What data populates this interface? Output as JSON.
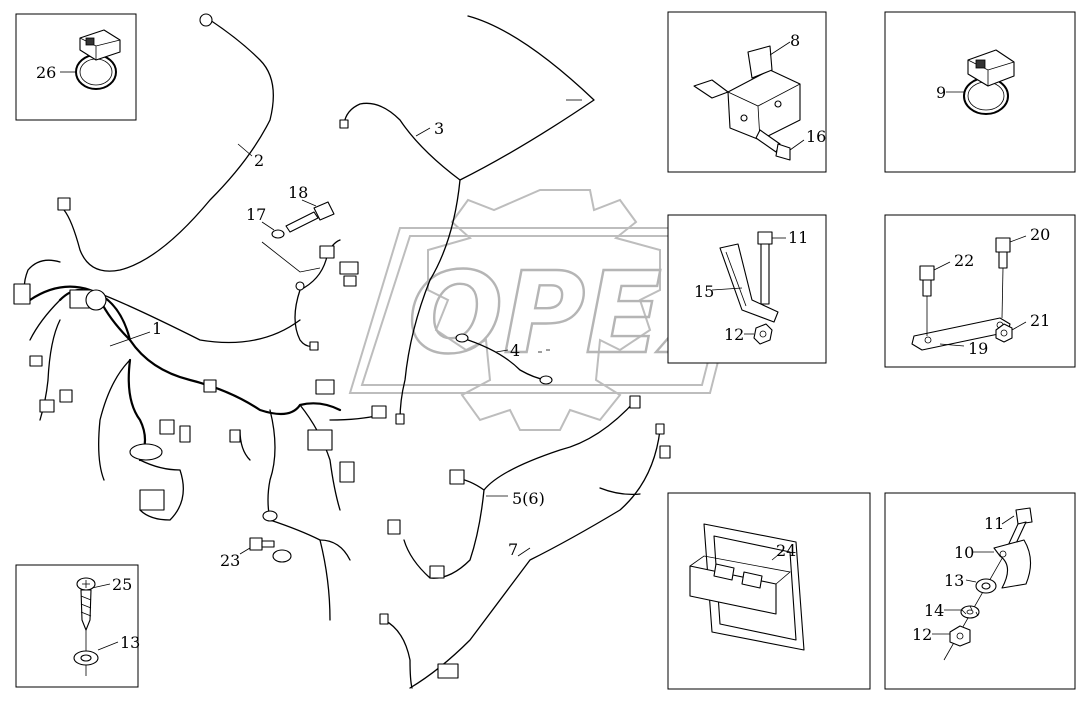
{
  "watermark": {
    "brand": "OPEX"
  },
  "labels": {
    "l1": "1",
    "l2": "2",
    "l3": "3",
    "l4": "4",
    "l5": "5(6)",
    "l7": "7",
    "l8": "8",
    "l9": "9",
    "l10": "10",
    "l11a": "11",
    "l11b": "11",
    "l12a": "12",
    "l12b": "12",
    "l13a": "13",
    "l13b": "13",
    "l14": "14",
    "l15": "15",
    "l16": "16",
    "l17": "17",
    "l18": "18",
    "l19": "19",
    "l20": "20",
    "l21": "21",
    "l22": "22",
    "l23": "23",
    "l24": "24",
    "l25": "25",
    "l26": "26"
  }
}
